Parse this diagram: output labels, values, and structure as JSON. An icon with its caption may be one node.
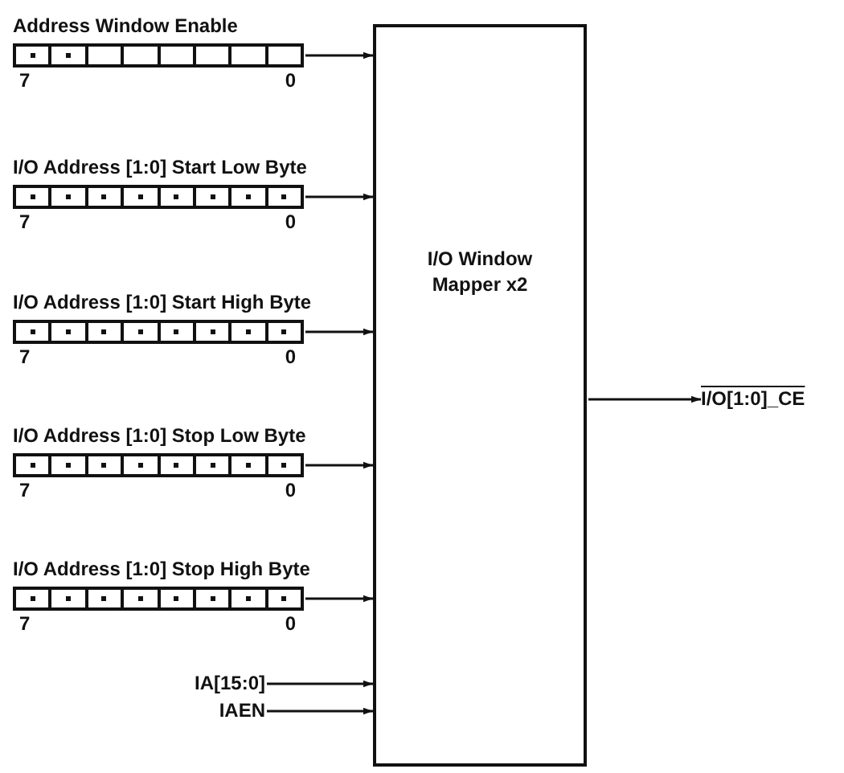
{
  "diagram": {
    "nodes": [
      {
        "text": [
          "Address Window Enable"
        ],
        "beside": [
          "7",
          "0"
        ]
      },
      {
        "text": [
          "I/O Address [1:0] Start Low Byte"
        ],
        "beside": [
          "7",
          "0"
        ]
      },
      {
        "text": [
          "I/O Address [1:0] Start High Byte"
        ],
        "beside": [
          "7",
          "0"
        ]
      },
      {
        "text": [
          "I/O Address [1:0] Stop Low Byte"
        ],
        "beside": [
          "7",
          "0"
        ]
      },
      {
        "text": [
          "I/O Address [1:0] Stop High Byte"
        ],
        "beside": [
          "7",
          "0"
        ]
      },
      {
        "text": [
          "I/O Window Mapper x2"
        ]
      },
      {
        "text": [
          "IA[15:0]"
        ]
      },
      {
        "text": [
          "IAEN"
        ]
      },
      {
        "text": [
          "I/O[1:0]_CE"
        ]
      }
    ],
    "edges": [
      {
        "from": 0,
        "to": 5,
        "arrow": "to"
      },
      {
        "from": 1,
        "to": 5,
        "arrow": "to"
      },
      {
        "from": 2,
        "to": 5,
        "arrow": "to"
      },
      {
        "from": 3,
        "to": 5,
        "arrow": "to"
      },
      {
        "from": 4,
        "to": 5,
        "arrow": "to"
      },
      {
        "from": 6,
        "to": 5,
        "arrow": "to"
      },
      {
        "from": 7,
        "to": 5,
        "arrow": "to"
      },
      {
        "from": 5,
        "to": 8,
        "arrow": "to"
      }
    ]
  }
}
